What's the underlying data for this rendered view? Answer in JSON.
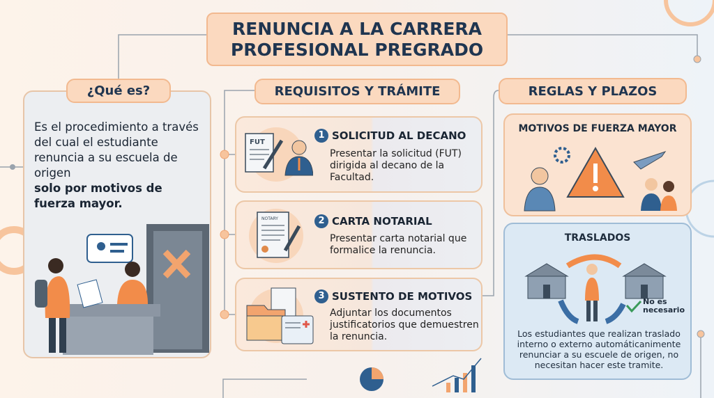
{
  "title": {
    "line1": "RENUNCIA A LA CARRERA",
    "line2": "PROFESIONAL PREGRADO"
  },
  "que_es": {
    "header": "¿Qué es?",
    "text": "Es el procedimiento a través del cual el estudiante renuncia a su escuela de origen",
    "bold": "solo por motivos de fuerza mayor."
  },
  "requisitos": {
    "header": "REQUISITOS Y TRÁMITE",
    "steps": [
      {
        "num": "1",
        "title": "SOLICITUD AL DECANO",
        "desc": "Presentar la solicitud (FUT) dirigida al decano de la Facultad.",
        "icon_label": "FUT"
      },
      {
        "num": "2",
        "title": "CARTA NOTARIAL",
        "desc": "Presentar carta notarial que formalice la renuncia.",
        "icon_label": "NOTARY"
      },
      {
        "num": "3",
        "title": "SUSTENTO DE MOTIVOS",
        "desc": "Adjuntar los documentos justificatorios que demuestren la renuncia."
      }
    ]
  },
  "reglas": {
    "header": "REGLAS Y PLAZOS",
    "motivos_title": "MOTIVOS DE FUERZA MAYOR",
    "traslados_title": "TRASLADOS",
    "no_necesario": "No es necesario",
    "traslados_text": "Los estudiantes que realizan traslado interno o externo automáticanimente renunciar a su escuele de origen, no necesitan hacer este tramite."
  },
  "colors": {
    "accent": "#f2a46e",
    "navy": "#1f3550",
    "blue": "#2f5f8f"
  }
}
